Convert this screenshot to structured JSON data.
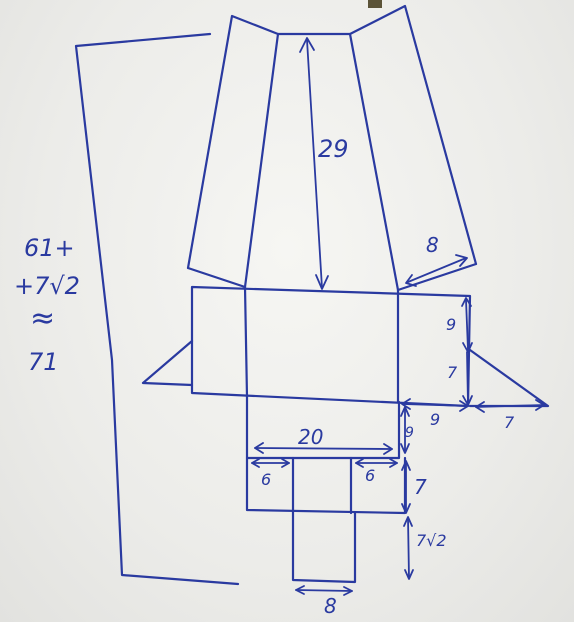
{
  "labels": {
    "prism_height": "29",
    "slant_top": "8",
    "side_9": "9",
    "side_7_vertical": "7",
    "bottom_9": "9",
    "bottom_7": "7",
    "small_9": "9",
    "base_20": "20",
    "left_6": "6",
    "right_6": "6",
    "strip_7": "7",
    "strip_7sqrt2": "7√2",
    "bottom_8": "8",
    "total_line1": "61+",
    "total_line2": "+7√2",
    "approx": "≈",
    "total_result": "71"
  },
  "colors": {
    "ink": "#2a3aa0",
    "board": "#ececea"
  }
}
